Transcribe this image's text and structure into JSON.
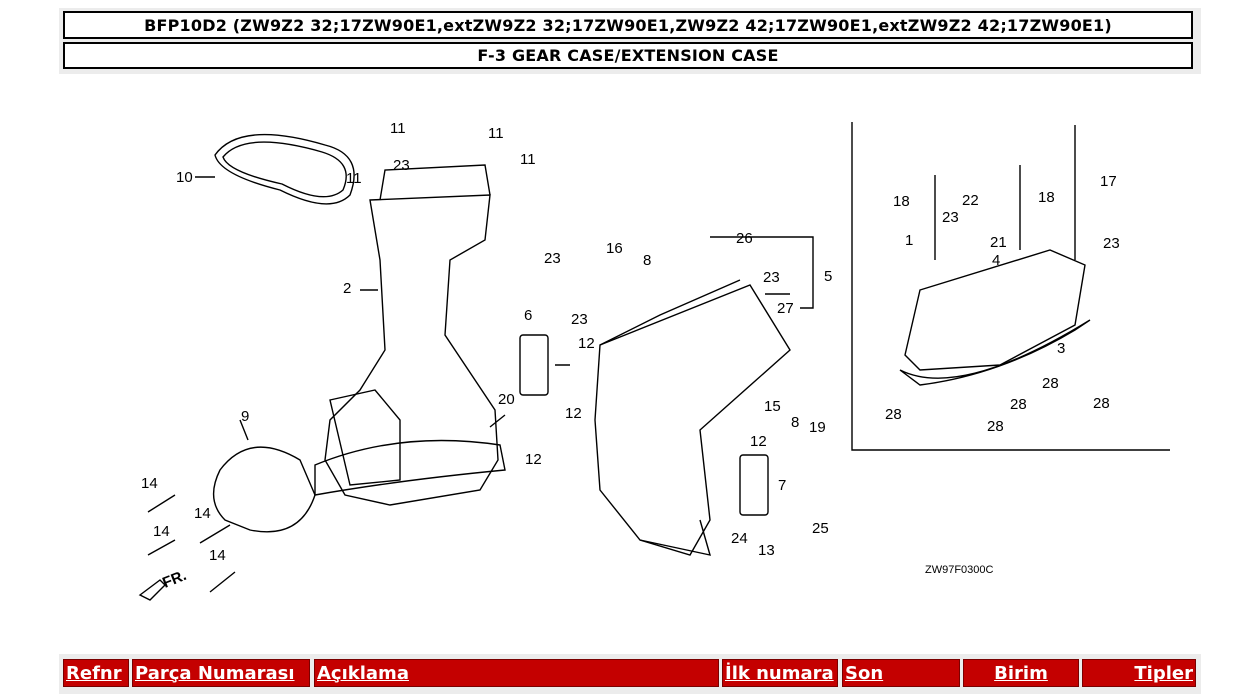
{
  "header": {
    "model": "BFP10D2 (ZW9Z2 32;17ZW90E1,extZW9Z2 32;17ZW90E1,ZW9Z2 42;17ZW90E1,extZW9Z2 42;17ZW90E1)",
    "section": "F-3 GEAR CASE/EXTENSION CASE"
  },
  "diagram": {
    "code": "ZW97F0300C",
    "direction_label": "FR.",
    "callouts": [
      "1",
      "2",
      "3",
      "4",
      "5",
      "6",
      "7",
      "8",
      "8",
      "9",
      "10",
      "11",
      "11",
      "11",
      "11",
      "12",
      "12",
      "12",
      "12",
      "13",
      "14",
      "14",
      "14",
      "14",
      "15",
      "16",
      "17",
      "18",
      "18",
      "19",
      "20",
      "21",
      "22",
      "23",
      "23",
      "23",
      "23",
      "23",
      "23",
      "24",
      "25",
      "26",
      "27",
      "28",
      "28",
      "28",
      "28",
      "28"
    ]
  },
  "table": {
    "columns": [
      "Refnr",
      "Parça Numarası",
      "Açıklama",
      "İlk numara",
      "Son",
      "Birim",
      "Tipler"
    ]
  }
}
